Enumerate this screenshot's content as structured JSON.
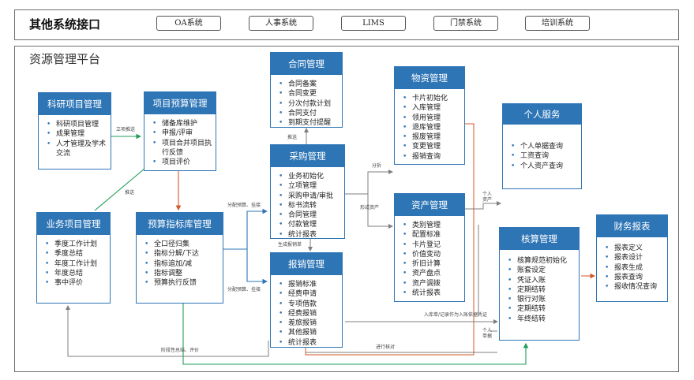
{
  "top_bar": {
    "title": "其他系统接口",
    "buttons": [
      "OA系统",
      "人事系统",
      "LIMS",
      "门禁系统",
      "培训系统"
    ]
  },
  "platform": {
    "title": "资源管理平台"
  },
  "modules": {
    "research": {
      "title": "科研项目管理",
      "items": [
        "科研项目管理",
        "成果管理",
        "人才管理及学术交流"
      ]
    },
    "business": {
      "title": "业务项目管理",
      "items": [
        "季度工作计划",
        "季度总结",
        "年度工作计划",
        "年度总结",
        "事中评价"
      ]
    },
    "project_budget": {
      "title": "项目预算管理",
      "items": [
        "储备库维护",
        "申报/评审",
        "项目合并项目执行反馈",
        "项目评价"
      ]
    },
    "budget_index": {
      "title": "预算指标库管理",
      "items": [
        "全口径归集",
        "指标分解/下达",
        "指标追加/减",
        "指标调整",
        "预算执行反馈"
      ]
    },
    "contract": {
      "title": "合同管理",
      "items": [
        "合同备案",
        "合同变更",
        "分次付款计划",
        "合同支付",
        "到期支付提醒"
      ]
    },
    "procurement": {
      "title": "采购管理",
      "items": [
        "业务初始化",
        "立项管理",
        "采购申请/审批",
        "标书流转",
        "合同管理",
        "付款管理",
        "统计报表"
      ]
    },
    "reimbursement": {
      "title": "报销管理",
      "items": [
        "报销标准",
        "经费申请",
        "专项借款",
        "经费报销",
        "差旅报销",
        "其他报销",
        "统计报表"
      ]
    },
    "material": {
      "title": "物资管理",
      "items": [
        "卡片初始化",
        "入库管理",
        "领用管理",
        "退库管理",
        "报废管理",
        "变更管理",
        "报销查询"
      ]
    },
    "asset": {
      "title": "资产管理",
      "items": [
        "类别管理",
        "配置标准",
        "卡片登记",
        "价值变动",
        "折旧计算",
        "资产盘点",
        "资产调拨",
        "统计报表"
      ]
    },
    "personal": {
      "title": "个人服务",
      "items": [
        "个人单据查询",
        "工资查询",
        "个人资产查询"
      ]
    },
    "accounting": {
      "title": "核算管理",
      "items": [
        "核算规范初始化",
        "账套设定",
        "凭证入账",
        "定期结转",
        "银行对账",
        "定期结转",
        "年终结转"
      ]
    },
    "finance_report": {
      "title": "财务报表",
      "items": [
        "报表定义",
        "报表设计",
        "报表生成",
        "报表查询",
        "报收情况查询"
      ]
    }
  },
  "flow_labels": {
    "approve": "立项推送",
    "push_up": "推送",
    "alloc_budget_1": "分配预算、挂接",
    "alloc_budget_2": "分配预算、挂接",
    "push_contract": "推送",
    "generate_reimb": "生成报销单",
    "split": "分拆",
    "form_asset": "形成资产",
    "personal_asset": "个人\n资产",
    "voucher": "入库单/记录作为入账依据凭证",
    "personal_doc": "个人\n单据",
    "stage_summary": "阶段性总结、评价",
    "accounting": "进行核对"
  },
  "colors": {
    "module_blue": "#2e75b6",
    "flow_green": "#1e9e5a",
    "flow_orange": "#d4572a",
    "flow_gray": "#7f7f7f"
  }
}
